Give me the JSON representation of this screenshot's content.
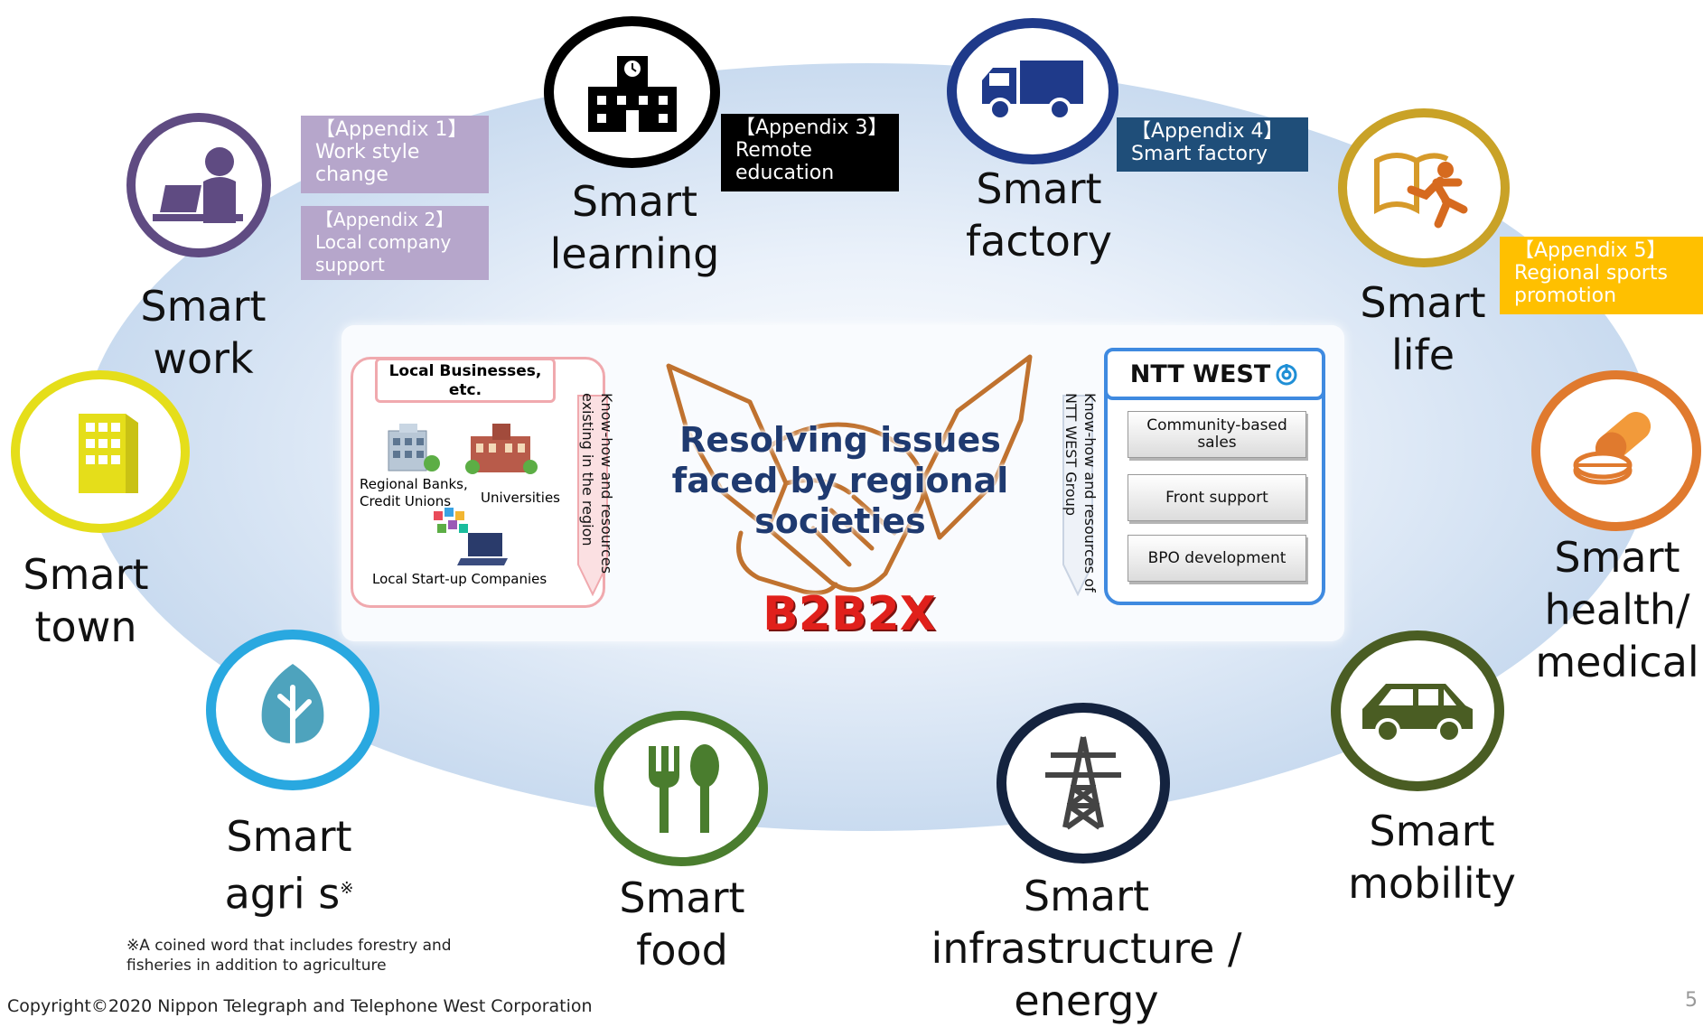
{
  "center": {
    "headline": "Resolving issues faced by regional societies",
    "model": "B2B2X",
    "local": {
      "title": "Local Businesses, etc.",
      "banks": "Regional Banks, Credit Unions",
      "universities": "Universities",
      "startups": "Local Start-up Companies",
      "knowhow": "Know-how and resources existing in the region"
    },
    "ntt": {
      "title": "NTT WEST",
      "knowhow": "Know-how and resources of NTT WEST Group",
      "items": [
        "Community-based sales",
        "Front support",
        "BPO development"
      ]
    }
  },
  "domains": {
    "work": "Smart work",
    "learning": "Smart learning",
    "factory": "Smart factory",
    "life": "Smart life",
    "town": "Smart town",
    "health": "Smart health/ medical",
    "agri": "Smart agri s",
    "agri_mark": "※",
    "food": "Smart food",
    "infra": "Smart infrastructure / energy",
    "mobility": "Smart mobility"
  },
  "appendix": {
    "a1": "【Appendix 1】 Work style change",
    "a2": "【Appendix 2】 Local company support",
    "a3": "【Appendix 3】 Remote education",
    "a4": "【Appendix 4】 Smart factory",
    "a5": "【Appendix 5】 Regional sports promotion"
  },
  "footnote": "※A coined word that includes forestry and fisheries in addition to agriculture",
  "copyright": "Copyright©2020 Nippon Telegraph and Telephone West Corporation",
  "page_number": "5",
  "colors": {
    "work": "#5f4b82",
    "learning": "#000000",
    "factory": "#1f3a8a",
    "life": "#c9a227",
    "town": "#e5de1a",
    "health": "#e07a2e",
    "agri": "#29a8e0",
    "food": "#4a7d2e",
    "infra": "#14233f",
    "mobility": "#4a5d23",
    "headline": "#1f3a70",
    "b2b2x": "#e0201b"
  },
  "icons": {
    "work": "person-at-laptop-icon",
    "learning": "school-building-icon",
    "factory": "truck-icon",
    "life": "book-runner-icon",
    "town": "office-building-icon",
    "health": "pills-capsule-icon",
    "agri": "leaf-icon",
    "food": "fork-spoon-icon",
    "infra": "power-tower-icon",
    "mobility": "car-icon"
  }
}
